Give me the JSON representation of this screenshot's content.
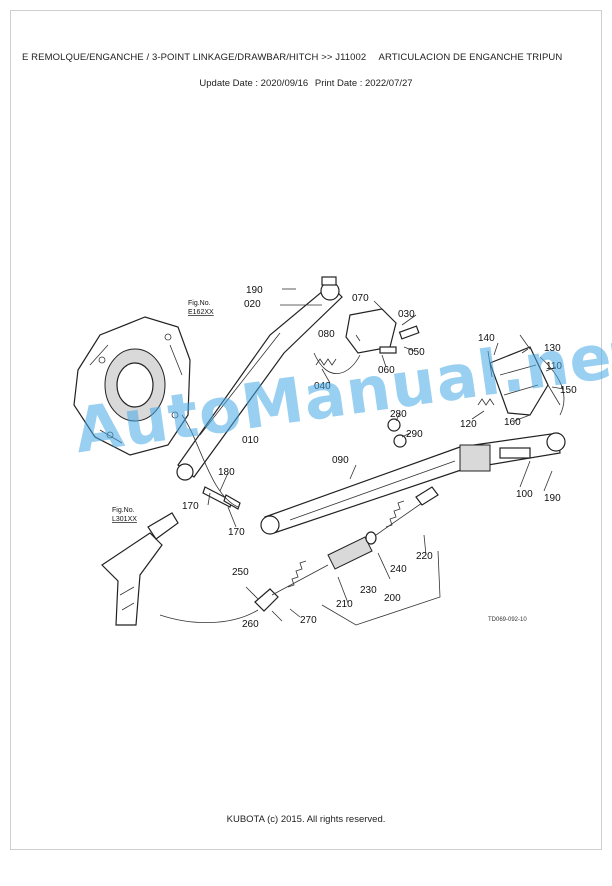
{
  "header": {
    "title_left": "E REMOLQUE/ENGANCHE / 3-POINT LINKAGE/DRAWBAR/HITCH >> J11002",
    "title_right": "ARTICULACION DE ENGANCHE TRIPUN",
    "update_date": "Update Date : 2020/09/16",
    "print_date": "Print Date : 2022/07/27"
  },
  "diagram": {
    "fig_ref_1_label": "Fig.No.",
    "fig_ref_1_code": "E162XX",
    "fig_ref_2_label": "Fig.No.",
    "fig_ref_2_code": "L301XX",
    "drawing_code": "TD069-092-10",
    "callouts": {
      "c190a": "190",
      "c020": "020",
      "c070": "070",
      "c030": "030",
      "c080": "080",
      "c050": "050",
      "c060": "060",
      "c040": "040",
      "c140": "140",
      "c130": "130",
      "c110": "110",
      "c150": "150",
      "c280": "280",
      "c120": "120",
      "c160": "160",
      "c290": "290",
      "c010": "010",
      "c090": "090",
      "c180": "180",
      "c170a": "170",
      "c170b": "170",
      "c100": "100",
      "c190b": "190",
      "c220": "220",
      "c250": "250",
      "c240": "240",
      "c230": "230",
      "c210": "210",
      "c200": "200",
      "c260": "260",
      "c270": "270"
    }
  },
  "watermark": "AutoManual.net",
  "footer": "KUBOTA (c) 2015. All rights reserved."
}
